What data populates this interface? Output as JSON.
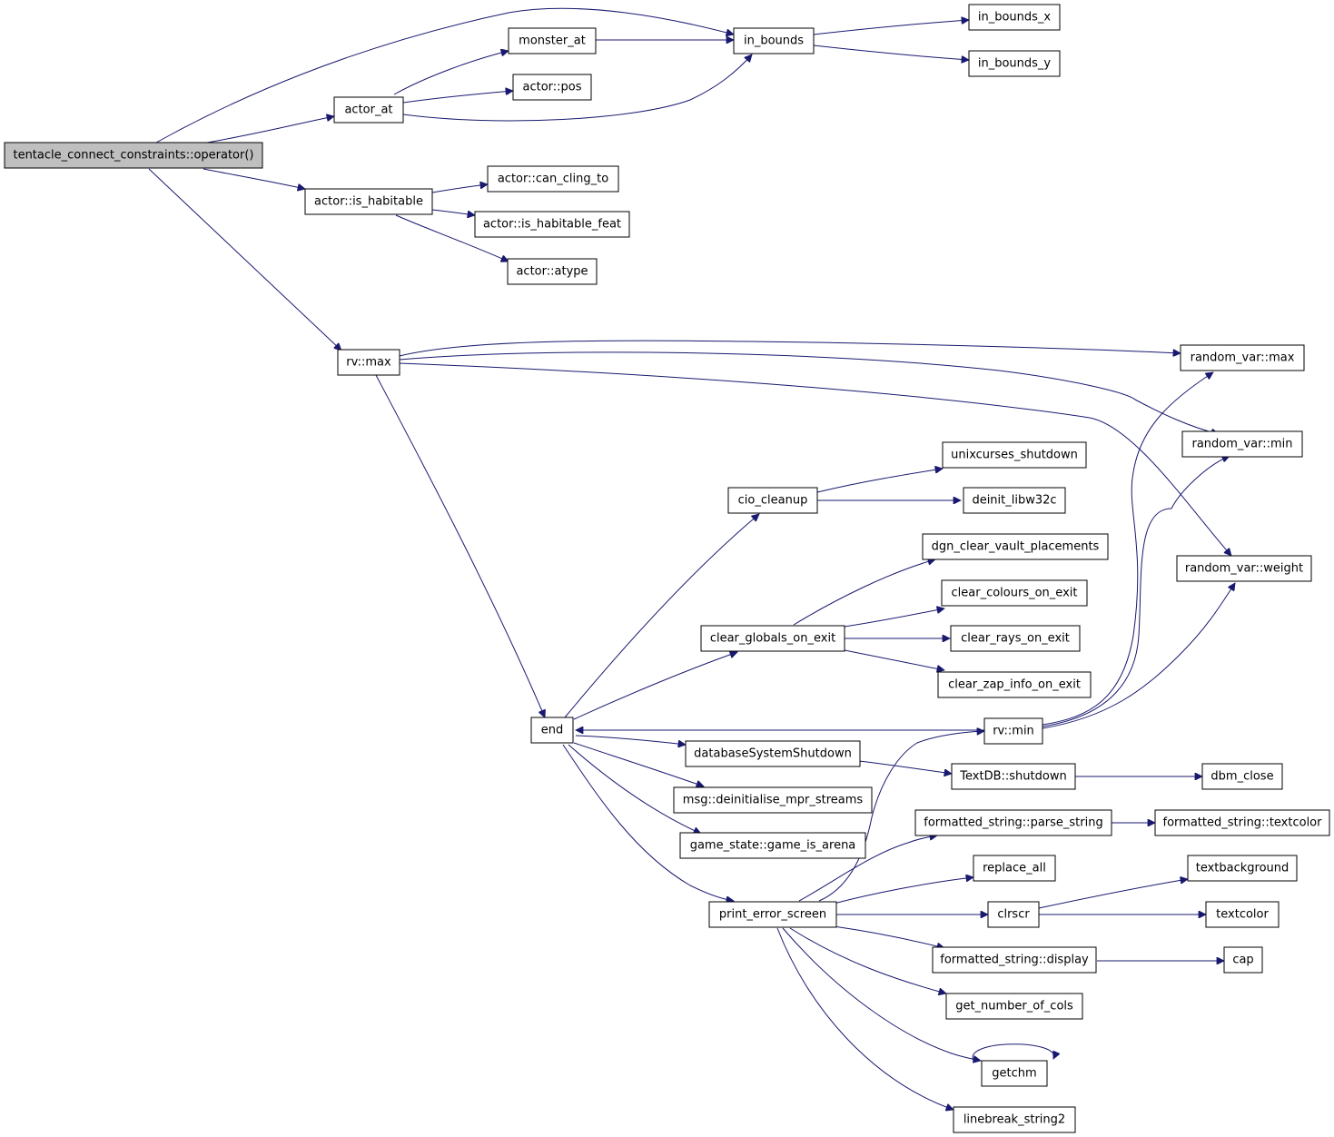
{
  "graph": {
    "root": "tentacle_connect_constraints::operator()",
    "colors": {
      "edge": "#191970",
      "root_fill": "#bfbfbf",
      "node_fill": "#ffffff",
      "node_border": "#000000"
    },
    "nodes": [
      {
        "id": "root",
        "label": "tentacle_connect_constraints::operator()"
      },
      {
        "id": "actor_at",
        "label": "actor_at"
      },
      {
        "id": "monster_at",
        "label": "monster_at"
      },
      {
        "id": "actor_pos",
        "label": "actor::pos"
      },
      {
        "id": "in_bounds",
        "label": "in_bounds"
      },
      {
        "id": "in_bounds_x",
        "label": "in_bounds_x"
      },
      {
        "id": "in_bounds_y",
        "label": "in_bounds_y"
      },
      {
        "id": "is_habitable",
        "label": "actor::is_habitable"
      },
      {
        "id": "can_cling_to",
        "label": "actor::can_cling_to"
      },
      {
        "id": "is_habitable_feat",
        "label": "actor::is_habitable_feat"
      },
      {
        "id": "atype",
        "label": "actor::atype"
      },
      {
        "id": "rv_max",
        "label": "rv::max"
      },
      {
        "id": "random_var_max",
        "label": "random_var::max"
      },
      {
        "id": "random_var_min",
        "label": "random_var::min"
      },
      {
        "id": "random_var_weight",
        "label": "random_var::weight"
      },
      {
        "id": "end",
        "label": "end"
      },
      {
        "id": "cio_cleanup",
        "label": "cio_cleanup"
      },
      {
        "id": "unixcurses_shutdown",
        "label": "unixcurses_shutdown"
      },
      {
        "id": "deinit_libw32c",
        "label": "deinit_libw32c"
      },
      {
        "id": "clear_globals_on_exit",
        "label": "clear_globals_on_exit"
      },
      {
        "id": "dgn_clear_vault_placements",
        "label": "dgn_clear_vault_placements"
      },
      {
        "id": "clear_colours_on_exit",
        "label": "clear_colours_on_exit"
      },
      {
        "id": "clear_rays_on_exit",
        "label": "clear_rays_on_exit"
      },
      {
        "id": "clear_zap_info_on_exit",
        "label": "clear_zap_info_on_exit"
      },
      {
        "id": "rv_min",
        "label": "rv::min"
      },
      {
        "id": "databaseSystemShutdown",
        "label": "databaseSystemShutdown"
      },
      {
        "id": "textdb_shutdown",
        "label": "TextDB::shutdown"
      },
      {
        "id": "dbm_close",
        "label": "dbm_close"
      },
      {
        "id": "msg_deinit",
        "label": "msg::deinitialise_mpr_streams"
      },
      {
        "id": "game_is_arena",
        "label": "game_state::game_is_arena"
      },
      {
        "id": "parse_string",
        "label": "formatted_string::parse_string"
      },
      {
        "id": "fs_textcolor",
        "label": "formatted_string::textcolor"
      },
      {
        "id": "print_error_screen",
        "label": "print_error_screen"
      },
      {
        "id": "replace_all",
        "label": "replace_all"
      },
      {
        "id": "clrscr",
        "label": "clrscr"
      },
      {
        "id": "textbackground",
        "label": "textbackground"
      },
      {
        "id": "textcolor",
        "label": "textcolor"
      },
      {
        "id": "fs_display",
        "label": "formatted_string::display"
      },
      {
        "id": "cap",
        "label": "cap"
      },
      {
        "id": "get_number_of_cols",
        "label": "get_number_of_cols"
      },
      {
        "id": "getchm",
        "label": "getchm"
      },
      {
        "id": "linebreak_string2",
        "label": "linebreak_string2"
      }
    ],
    "edges": [
      {
        "from": "root",
        "to": "in_bounds"
      },
      {
        "from": "root",
        "to": "actor_at"
      },
      {
        "from": "root",
        "to": "is_habitable"
      },
      {
        "from": "root",
        "to": "rv_max"
      },
      {
        "from": "actor_at",
        "to": "monster_at"
      },
      {
        "from": "actor_at",
        "to": "actor_pos"
      },
      {
        "from": "actor_at",
        "to": "in_bounds"
      },
      {
        "from": "monster_at",
        "to": "in_bounds"
      },
      {
        "from": "in_bounds",
        "to": "in_bounds_x"
      },
      {
        "from": "in_bounds",
        "to": "in_bounds_y"
      },
      {
        "from": "is_habitable",
        "to": "can_cling_to"
      },
      {
        "from": "is_habitable",
        "to": "is_habitable_feat"
      },
      {
        "from": "is_habitable",
        "to": "atype"
      },
      {
        "from": "rv_max",
        "to": "random_var_max"
      },
      {
        "from": "rv_max",
        "to": "random_var_min"
      },
      {
        "from": "rv_max",
        "to": "random_var_weight"
      },
      {
        "from": "rv_max",
        "to": "end"
      },
      {
        "from": "end",
        "to": "cio_cleanup"
      },
      {
        "from": "end",
        "to": "clear_globals_on_exit"
      },
      {
        "from": "end",
        "to": "databaseSystemShutdown"
      },
      {
        "from": "end",
        "to": "msg_deinit"
      },
      {
        "from": "end",
        "to": "game_is_arena"
      },
      {
        "from": "end",
        "to": "print_error_screen"
      },
      {
        "from": "cio_cleanup",
        "to": "unixcurses_shutdown"
      },
      {
        "from": "cio_cleanup",
        "to": "deinit_libw32c"
      },
      {
        "from": "clear_globals_on_exit",
        "to": "dgn_clear_vault_placements"
      },
      {
        "from": "clear_globals_on_exit",
        "to": "clear_colours_on_exit"
      },
      {
        "from": "clear_globals_on_exit",
        "to": "clear_rays_on_exit"
      },
      {
        "from": "clear_globals_on_exit",
        "to": "clear_zap_info_on_exit"
      },
      {
        "from": "rv_min",
        "to": "end"
      },
      {
        "from": "rv_min",
        "to": "random_var_max"
      },
      {
        "from": "rv_min",
        "to": "random_var_min"
      },
      {
        "from": "rv_min",
        "to": "random_var_weight"
      },
      {
        "from": "databaseSystemShutdown",
        "to": "textdb_shutdown"
      },
      {
        "from": "textdb_shutdown",
        "to": "dbm_close"
      },
      {
        "from": "parse_string",
        "to": "fs_textcolor"
      },
      {
        "from": "print_error_screen",
        "to": "rv_min"
      },
      {
        "from": "print_error_screen",
        "to": "parse_string"
      },
      {
        "from": "print_error_screen",
        "to": "replace_all"
      },
      {
        "from": "print_error_screen",
        "to": "clrscr"
      },
      {
        "from": "print_error_screen",
        "to": "fs_display"
      },
      {
        "from": "print_error_screen",
        "to": "get_number_of_cols"
      },
      {
        "from": "print_error_screen",
        "to": "getchm"
      },
      {
        "from": "print_error_screen",
        "to": "linebreak_string2"
      },
      {
        "from": "clrscr",
        "to": "textbackground"
      },
      {
        "from": "clrscr",
        "to": "textcolor"
      },
      {
        "from": "fs_display",
        "to": "cap"
      },
      {
        "from": "getchm",
        "to": "getchm"
      }
    ]
  }
}
